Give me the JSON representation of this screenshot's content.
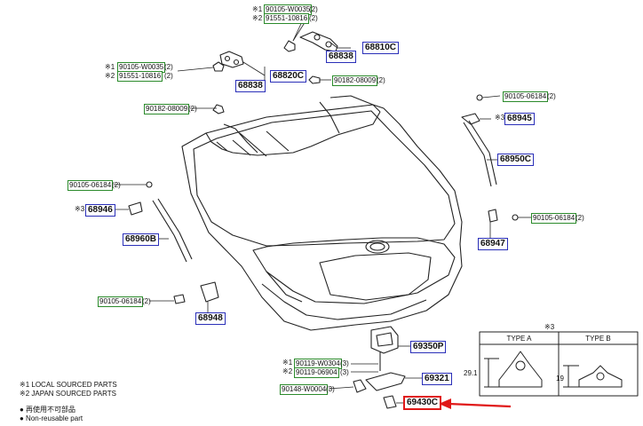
{
  "labels": {
    "m1_a": "※1",
    "m1_b": "※2",
    "m2_a": "※1",
    "m2_b": "※2",
    "m3_a": "※3",
    "m3_b": "※3",
    "m4_a": "※1",
    "m4_b": "※2",
    "table_mark": "※3"
  },
  "parts": {
    "p_68810C": "68810C",
    "p_68838_top": "68838",
    "p_68820C": "68820C",
    "p_68838_left": "68838",
    "p_68945": "68945",
    "p_68950C": "68950C",
    "p_68946": "68946",
    "p_68960B": "68960B",
    "p_68947": "68947",
    "p_68948": "68948",
    "p_69350P": "69350P",
    "p_69321": "69321",
    "p_69430C": "69430C"
  },
  "hardware": {
    "h1": "90105-W0035",
    "h1q": "(2)",
    "h2": "91551-10816",
    "h2q": "(2)",
    "h3": "90105-W0035",
    "h3q": "(2)",
    "h4": "91551-10816",
    "h4q": "(2)",
    "h5": "90182-08009",
    "h5q": "(2)",
    "h6": "90182-08009",
    "h6q": "(2)",
    "h7": "90105-06184",
    "h7q": "(2)",
    "h8": "90105-06184",
    "h8q": "(2)",
    "h9": "90105-06184",
    "h9q": "(2)",
    "h10": "90105-06184",
    "h10q": "(2)",
    "h11": "90119-W0304",
    "h11q": "(3)",
    "h12": "90119-06904",
    "h12q": "(3)",
    "h13": "90148-W0004",
    "h13q": "(3)"
  },
  "legend": {
    "l1": "※1  LOCAL SOURCED PARTS",
    "l2": "※2  JAPAN SOURCED PARTS",
    "l3": "●  再使用不可部品",
    "l4": "●  Non-reusable part"
  },
  "type_table": {
    "col_a": "TYPE A",
    "col_b": "TYPE B",
    "dim_a": "29.1",
    "dim_b": "19"
  },
  "colors": {
    "part_box": "#2a2fb8",
    "hardware_box": "#2b8a2b",
    "highlight": "#e01818",
    "line": "#222222"
  }
}
